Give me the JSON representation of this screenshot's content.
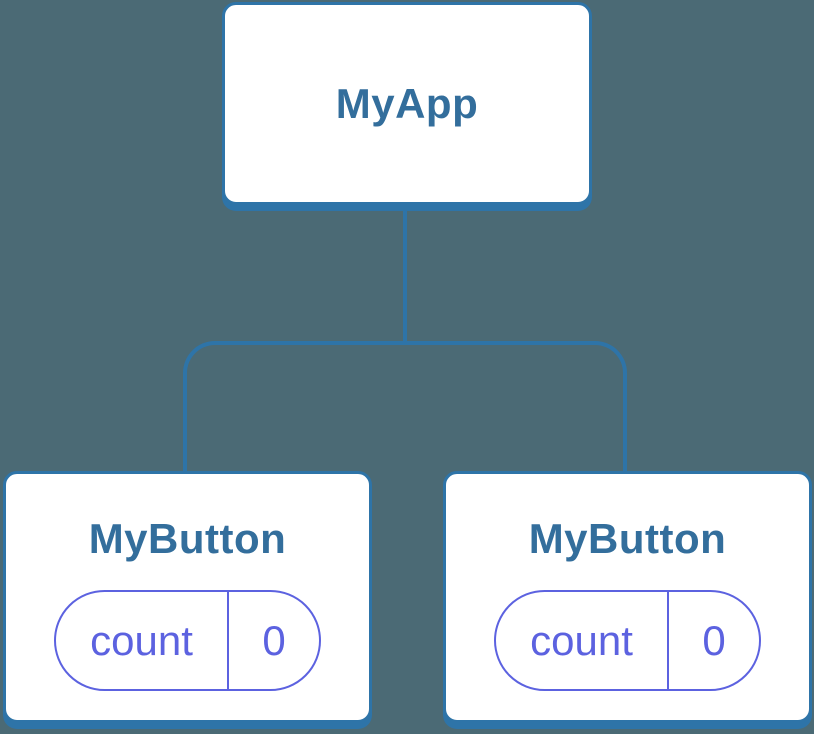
{
  "colors": {
    "bg": "#4b6a75",
    "card_bg": "#ffffff",
    "line": "#2e74a8",
    "title": "#336e9c",
    "accent": "#5c62e0"
  },
  "tree": {
    "root": {
      "label": "MyApp"
    },
    "children": [
      {
        "label": "MyButton",
        "state": {
          "key": "count",
          "value": "0"
        }
      },
      {
        "label": "MyButton",
        "state": {
          "key": "count",
          "value": "0"
        }
      }
    ]
  }
}
